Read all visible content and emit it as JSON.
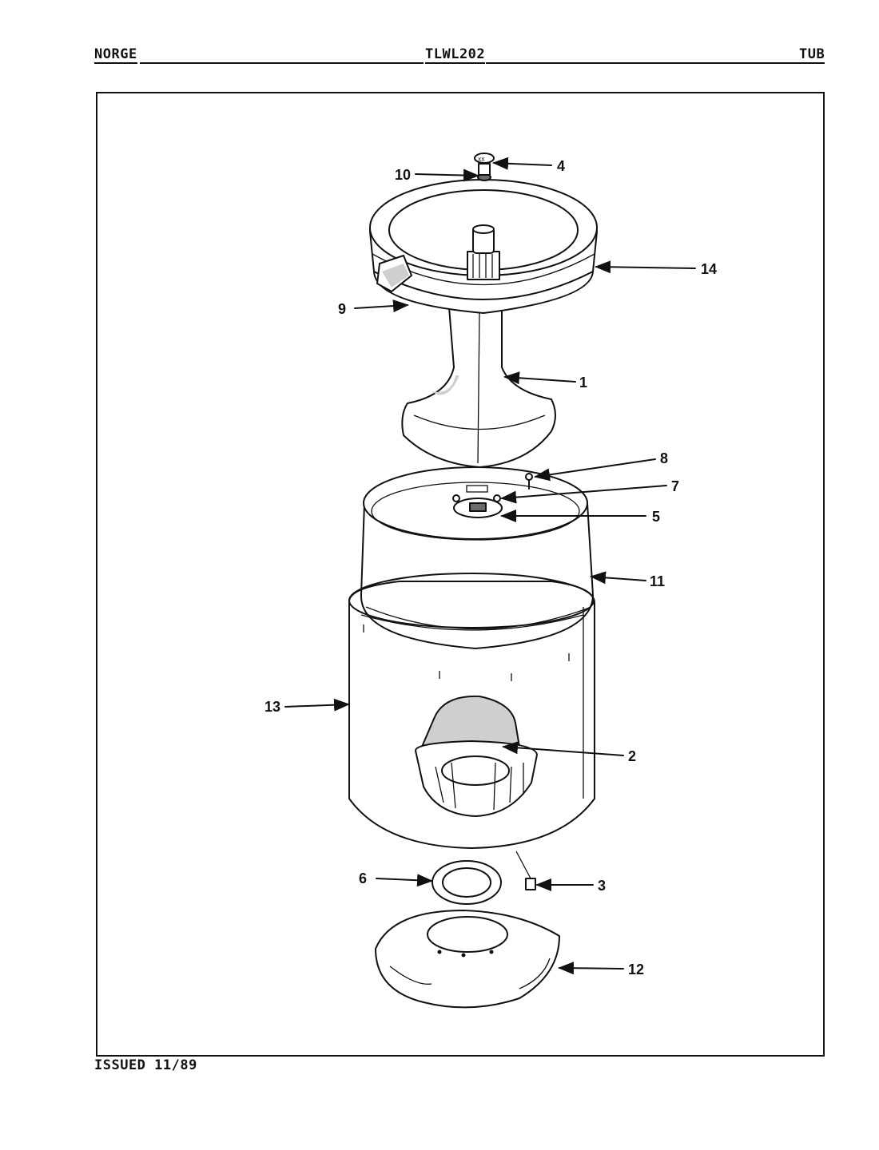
{
  "header": {
    "brand": "NORGE",
    "model": "TLWL202",
    "section": "TUB"
  },
  "footer": {
    "issued": "ISSUED 11/89"
  },
  "callouts": {
    "c1": "1",
    "c2": "2",
    "c3": "3",
    "c4": "4",
    "c5": "5",
    "c6": "6",
    "c7": "7",
    "c8": "8",
    "c9": "9",
    "c10": "10",
    "c11": "11",
    "c12": "12",
    "c13": "13",
    "c14": "14"
  }
}
